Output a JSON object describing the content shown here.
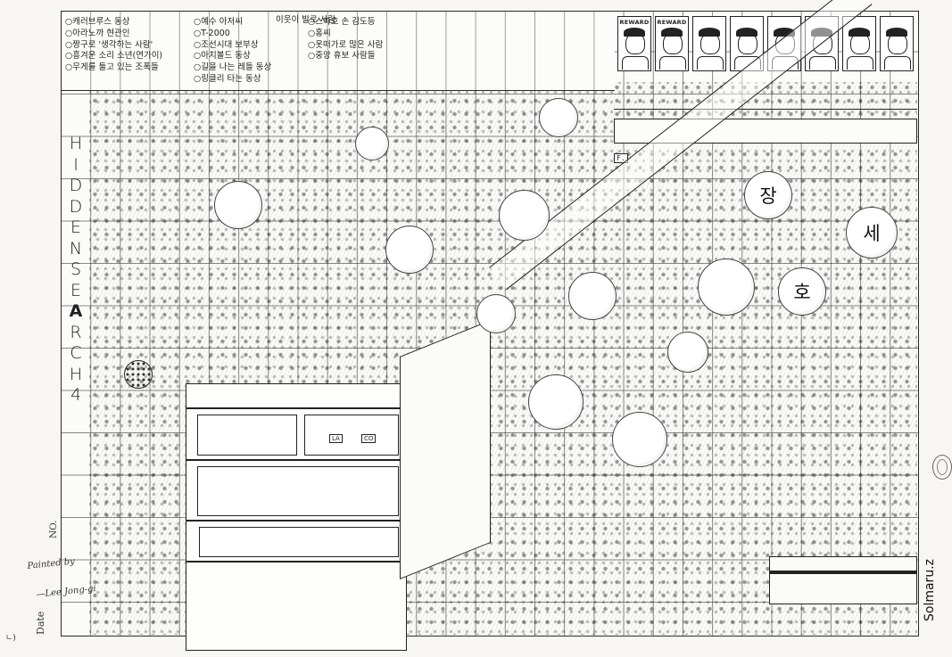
{
  "legend": {
    "col1": [
      "○캐러브루스 동상",
      "○아라노까 현관인",
      "○짱구로 '생각하는 사람'",
      "○흥겨운 소리 소년(연가이)",
      "○무게를 둘고 있는 조폭들"
    ],
    "col2": [
      "○예수 아저씨",
      "○T-2000",
      "○조선시대 보부상",
      "○아치볼드 동상",
      "○길을 나는 레들 동상",
      "○링클리 타는 동상"
    ],
    "col3": [
      "이웃이 발로 사람"
    ],
    "col4": [
      "○스파호 손 김도등",
      "○홍씨",
      "○옷떠가로 많은 사람",
      "○중앙 휴보 사람들"
    ]
  },
  "title": {
    "letters": [
      "H",
      "I",
      "D",
      "D",
      "E",
      "N",
      "S",
      "E"
    ],
    "letter_a": "A",
    "letters_tail": [
      "R",
      "C",
      "H"
    ],
    "number": "4"
  },
  "margin": {
    "no_label": "NO.",
    "painted_by": "Painted by",
    "painter_name": "—Lee Jong-gi",
    "date_label": "Date",
    "corner_mark": "ㄴ)"
  },
  "posters": [
    {
      "tag": ""
    },
    {
      "tag": "REWARD"
    },
    {
      "tag": "REWARD"
    },
    {
      "tag": ""
    },
    {
      "tag": ""
    },
    {
      "tag": ""
    },
    {
      "tag": ""
    },
    {
      "tag": ""
    },
    {
      "tag": ""
    }
  ],
  "balloons": {
    "jang": "장",
    "se": "세",
    "ho": "호"
  },
  "signs": {
    "floor_sign": "F.",
    "building_sign_1": "LA",
    "building_sign_2": "CO"
  },
  "credit": "Solmaru.z"
}
